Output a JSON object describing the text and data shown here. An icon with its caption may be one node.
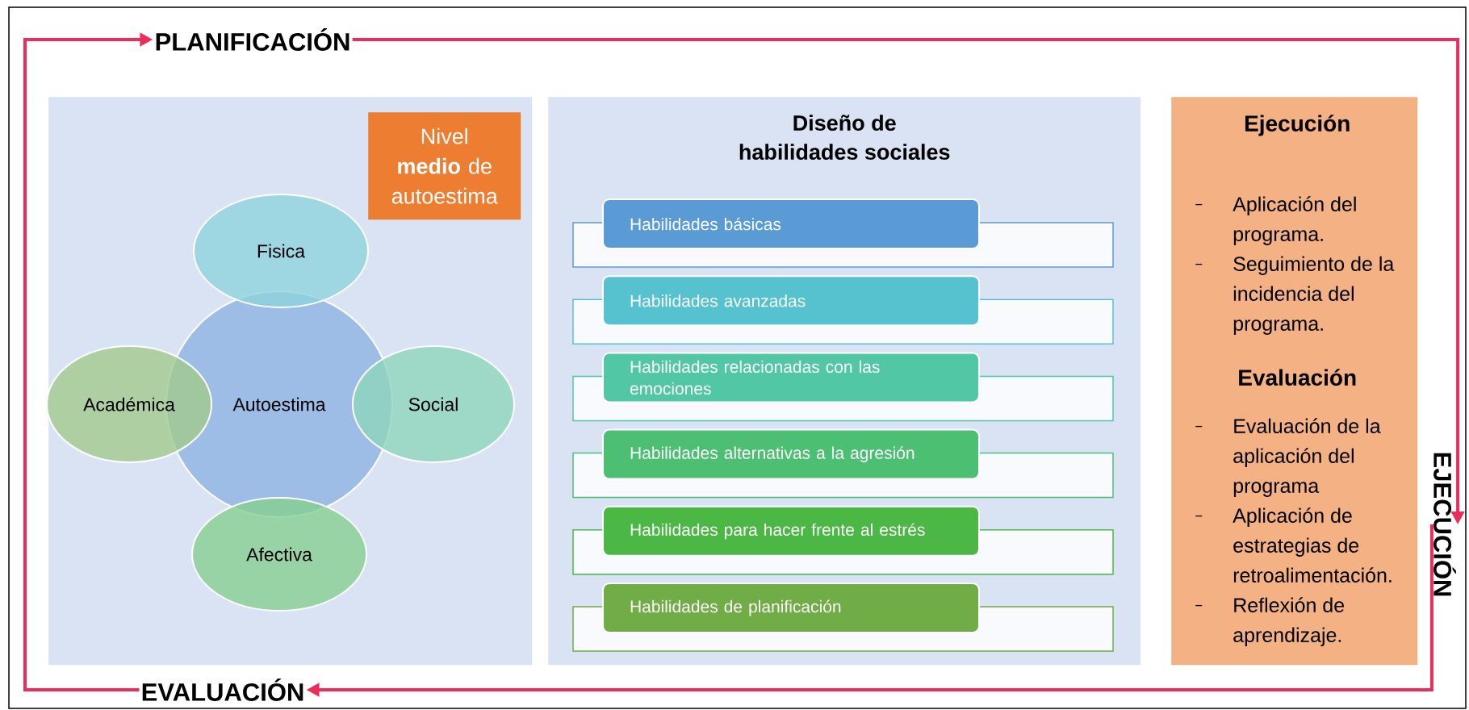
{
  "diagram": {
    "nodes": [
      {
        "text": [
          "PLANIFICACIÓN"
        ]
      },
      {
        "text": [],
        "shape": "box"
      },
      {
        "text": [
          "Nivel **medio** de autoestima"
        ],
        "in": 1
      },
      {
        "text": [
          "Fisica"
        ],
        "in": 1
      },
      {
        "text": [
          "Académica"
        ],
        "in": 1
      },
      {
        "text": [
          "Autoestima"
        ],
        "in": 1
      },
      {
        "text": [
          "Social"
        ],
        "in": 1
      },
      {
        "text": [
          "Afectiva"
        ],
        "in": 1
      },
      {
        "text": [
          "Diseño de habilidades sociales"
        ]
      },
      {
        "text": [
          "Habilidades básicas"
        ],
        "in": 8
      },
      {
        "text": [
          "Habilidades avanzadas"
        ],
        "in": 8
      },
      {
        "text": [
          "Habilidades relacionadas con las emociones"
        ],
        "in": 8
      },
      {
        "text": [
          "Habilidades alternativas a la agresión"
        ],
        "in": 8
      },
      {
        "text": [
          "Habilidades para hacer frente al estrés"
        ],
        "in": 8
      },
      {
        "text": [
          "Habilidades de planificación"
        ],
        "in": 8
      },
      {
        "text": [
          "Ejecución",
          "Aplicación del programa.",
          "Seguimiento de la incidencia del programa.",
          "Evaluación",
          "Evaluación de la aplicación del programa",
          "Aplicación de estrategias de retroalimentación.",
          "Reflexión de aprendizaje."
        ]
      },
      {
        "text": [
          "EJECUCIÓN"
        ]
      },
      {
        "text": [
          "EVALUACIÓN"
        ]
      }
    ],
    "edges": [
      {
        "from": 0,
        "to": 16,
        "arrow": "to"
      },
      {
        "from": 16,
        "to": 17,
        "arrow": "to"
      },
      {
        "from": 17,
        "to": 0,
        "arrow": "to"
      }
    ]
  }
}
